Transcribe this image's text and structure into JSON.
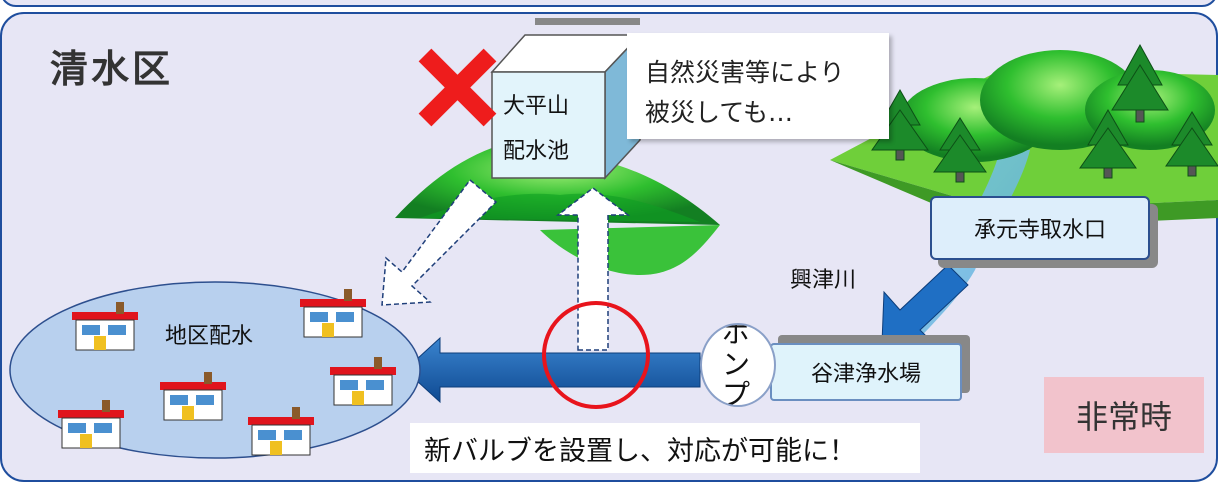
{
  "district": "清水区",
  "reservoir": {
    "line1": "大平山",
    "line2": "配水池"
  },
  "callout": {
    "line1": "自然災害等により",
    "line2": "被災しても…"
  },
  "intake": "承元寺取水口",
  "river": "興津川",
  "pump": {
    "char1": "ポ",
    "char2": "ン",
    "char3": "プ"
  },
  "plant": "谷津浄水場",
  "distribution": "地区配水",
  "bottom_note": "新バルブを設置し、対応が可能に！",
  "status": "非常時",
  "colors": {
    "frame": "#1f4e9e",
    "background": "#e7e6f5",
    "pipe": "#1f5fa8",
    "cross": "#ee1c1c",
    "circle": "#e8141c",
    "tree": "#1aa62e",
    "status_bg": "#f2c3cc"
  }
}
